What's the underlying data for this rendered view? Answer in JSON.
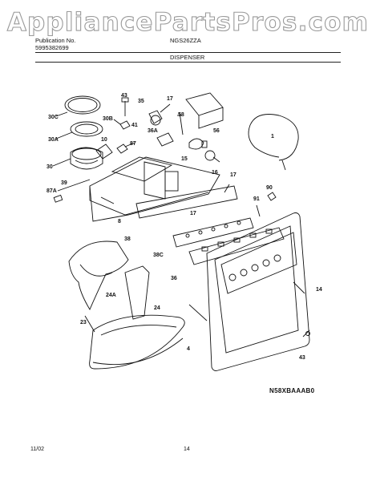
{
  "watermark": "AppliancePartsPros.com",
  "header": {
    "publication_label": "Publication No.",
    "publication_number": "5995382699",
    "model": "NGS26ZZA",
    "section": "DISPENSER"
  },
  "diagram": {
    "code": "N58XBAAAB0",
    "callouts": [
      "30C",
      "43",
      "17",
      "35",
      "30B",
      "41",
      "56",
      "1",
      "30A",
      "10",
      "87",
      "36A",
      "58",
      "15",
      "16",
      "30",
      "39",
      "17",
      "87A",
      "90",
      "91",
      "8",
      "17",
      "38",
      "38C",
      "36",
      "14",
      "24A",
      "24",
      "23",
      "4",
      "43"
    ]
  },
  "footer": {
    "date": "11/02",
    "page": "14"
  }
}
